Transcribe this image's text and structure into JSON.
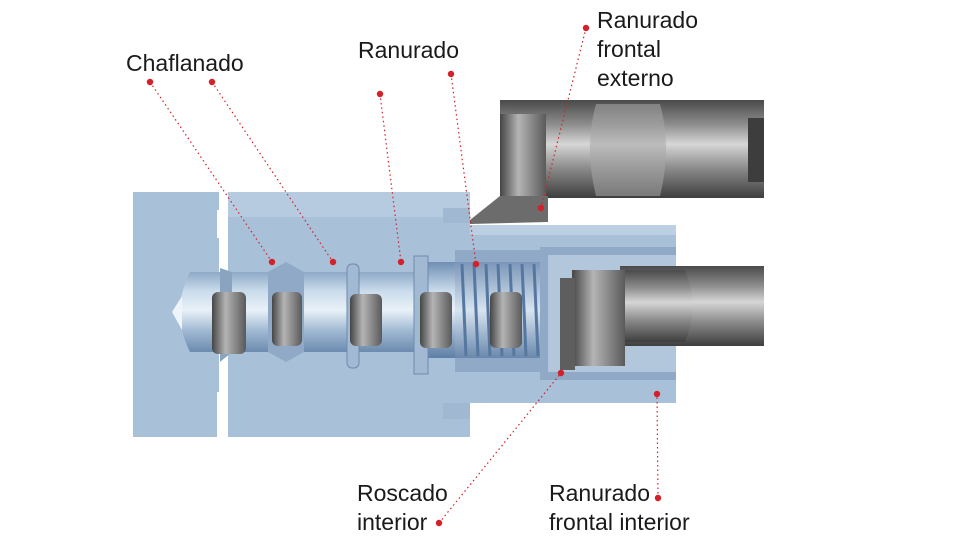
{
  "labels": {
    "chaflanado": "Chaflanado",
    "ranurado": "Ranurado",
    "ranurado_frontal_externo": [
      "Ranurado",
      "frontal",
      "externo"
    ],
    "roscado_interior": [
      "Roscado",
      "interior"
    ],
    "ranurado_frontal_interior": [
      "Ranurado",
      "frontal interior"
    ]
  },
  "colors": {
    "marker": "#d42028",
    "part_face": "#a9c0d9",
    "part_edge": "#8aa4c0",
    "tool_steel": "#6c6c6c"
  }
}
